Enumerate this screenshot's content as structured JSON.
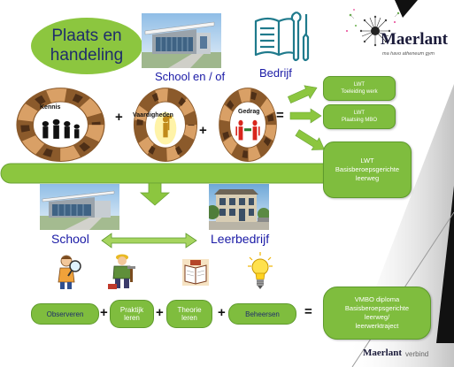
{
  "title": {
    "line1": "Plaats en",
    "line2": "handeling"
  },
  "top_labels": {
    "school": "School",
    "en_of": "en / of",
    "bedrijf": "Bedrijf"
  },
  "competencies": [
    {
      "label": "Kennis"
    },
    {
      "label": "Vaardigheden"
    },
    {
      "label": "Gedrag"
    }
  ],
  "competency_ops": [
    "+",
    "+",
    "="
  ],
  "lwt_boxes": [
    {
      "line1": "LWT",
      "line2": "Toeleiding werk"
    },
    {
      "line1": "LWT",
      "line2": "Plaatsing MBO"
    },
    {
      "line1": "LWT",
      "line2": "Basisberoepsgerichte",
      "line3": "leerweg"
    }
  ],
  "places": {
    "school": "School",
    "leerbedrijf": "Leerbedrijf"
  },
  "steps": [
    {
      "line1": "Observeren"
    },
    {
      "line1": "Praktijk",
      "line2": "leren"
    },
    {
      "line1": "Theorie",
      "line2": "leren"
    },
    {
      "line1": "Beheersen"
    }
  ],
  "step_ops": [
    "+",
    "+",
    "+",
    "="
  ],
  "result": {
    "line1": "VMBO diploma",
    "line2": "Basisberoepsgerichte",
    "line3": "leerweg/",
    "line4": "leerwerktraject"
  },
  "logo": {
    "name": "Maerlant",
    "tagline": "ma havo atheneum gym"
  },
  "footer_logo": {
    "name": "Maerlant",
    "tagline": "verbind"
  },
  "colors": {
    "green": "#8cc63f",
    "green_dark": "#5e9a2c",
    "title_text": "#1f2d6b",
    "label_blue": "#1a1aa6",
    "logo_navy": "#1b1b3a"
  },
  "icons": {
    "book_tools": "book-tools-icon",
    "logo": "dandelion-logo-icon",
    "step_observe": "magnifier-person-icon",
    "step_practice": "worker-icon",
    "step_theory": "book-icon",
    "step_master": "lightbulb-icon"
  }
}
